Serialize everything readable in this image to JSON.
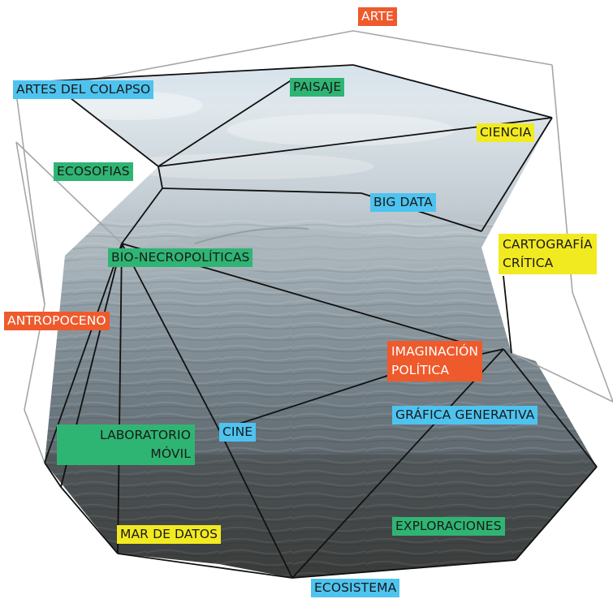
{
  "colors": {
    "orange": "#ef5a2c",
    "blue": "#4ec3ef",
    "green": "#2fb573",
    "yellow": "#f2ea21",
    "outer_edge": "#a6a6a6",
    "inner_edge": "#111111"
  },
  "background_image": "photograph of rippled water surface under a hazy sky, framed inside the network polygon",
  "nodes": {
    "arte": "ARTE",
    "artes_del_colapso": "ARTES DEL COLAPSO",
    "paisaje": "PAISAJE",
    "ciencia": "CIENCIA",
    "ecosofias": "ECOSOFIAS",
    "big_data": "BIG DATA",
    "cartografia_1": "CARTOGRAFÍA",
    "cartografia_2": "CRÍTICA",
    "bio_necropoliticas": "BIO-NECROPOLÍTICAS",
    "antropoceno": "ANTROPOCENO",
    "imaginacion_1": "IMAGINACIÓN",
    "imaginacion_2": "POLÍTICA",
    "grafica_generativa": "GRÁFICA GENERATIVA",
    "cine": "CINE",
    "laboratorio_1": "LABORATORIO",
    "laboratorio_2": "MÓVIL",
    "mar_de_datos": "MAR DE DATOS",
    "exploraciones": "EXPLORACIONES",
    "ecosistema": "ECOSISTEMA"
  }
}
